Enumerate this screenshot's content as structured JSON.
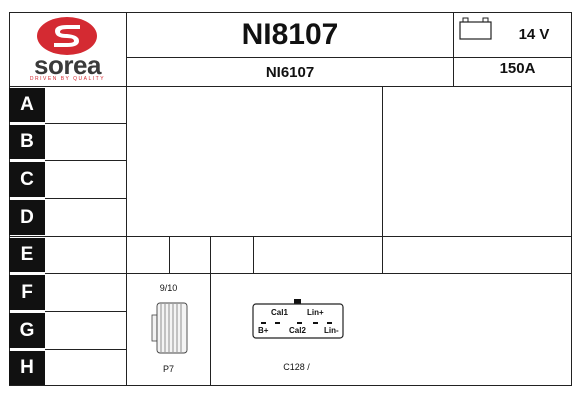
{
  "brand": {
    "name": "sorea",
    "tagline": "DRIVEN BY QUALITY",
    "logo_color": "#d42a32"
  },
  "header": {
    "part_number": "NI8107",
    "alt_reference": "NI6107",
    "voltage": "14 V",
    "amperage": "150A",
    "battery_icon": "battery-icon"
  },
  "rows": [
    "A",
    "B",
    "C",
    "D",
    "E",
    "F",
    "G",
    "H"
  ],
  "pulley": {
    "top_label": "9/10",
    "bottom_label": "P7",
    "icon": "pulley-icon"
  },
  "connector": {
    "labels": {
      "cal1": "Cal1",
      "lin_plus": "Lin+",
      "b_plus": "B+",
      "cal2": "Cal2",
      "lin_minus": "Lin-"
    },
    "code": "C128 /",
    "icon": "connector-icon"
  }
}
